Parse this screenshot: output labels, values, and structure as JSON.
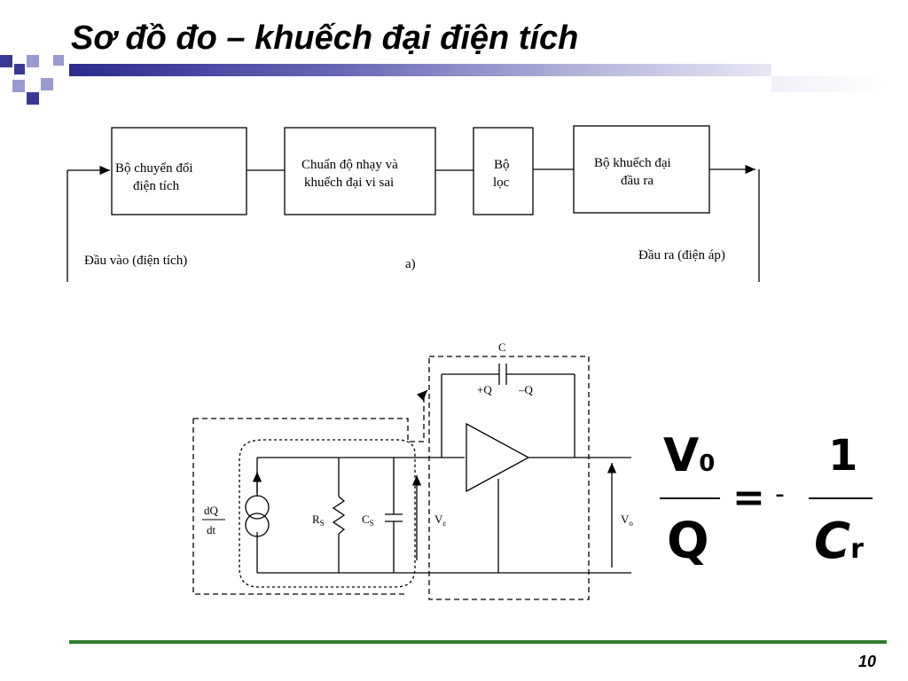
{
  "slide": {
    "title": "Sơ đồ đo – khuếch đại điện tích",
    "page_number": "10"
  },
  "block_diagram": {
    "blocks": [
      {
        "line1": "Bộ chuyển đổi",
        "line2": "điện tích"
      },
      {
        "line1": "Chuẩn độ nhạy và",
        "line2": "khuếch đại vi sai"
      },
      {
        "line1": "Bộ",
        "line2": "lọc"
      },
      {
        "line1": "Bộ khuếch đại",
        "line2": "đầu ra"
      }
    ],
    "input_label": "Đầu vào (điện tích)",
    "output_label": "Đầu  ra (điện áp)",
    "caption": "a)"
  },
  "circuit": {
    "source_num": "dQ",
    "source_den": "dt",
    "rs_label": "R",
    "rs_sub": "S",
    "cs_label": "C",
    "cs_sub": "S",
    "vin_label": "V",
    "vin_sub": "ε",
    "vout_label": "V",
    "vout_sub": "o",
    "cf_label": "C",
    "plus_q": "+Q",
    "minus_q": "–Q"
  },
  "formula": {
    "lhs_num": "V",
    "lhs_num_sub": "0",
    "lhs_den": "Q",
    "equals": "=",
    "sign": "-",
    "rhs_num": "1",
    "rhs_den": "C",
    "rhs_den_sub": "r"
  }
}
